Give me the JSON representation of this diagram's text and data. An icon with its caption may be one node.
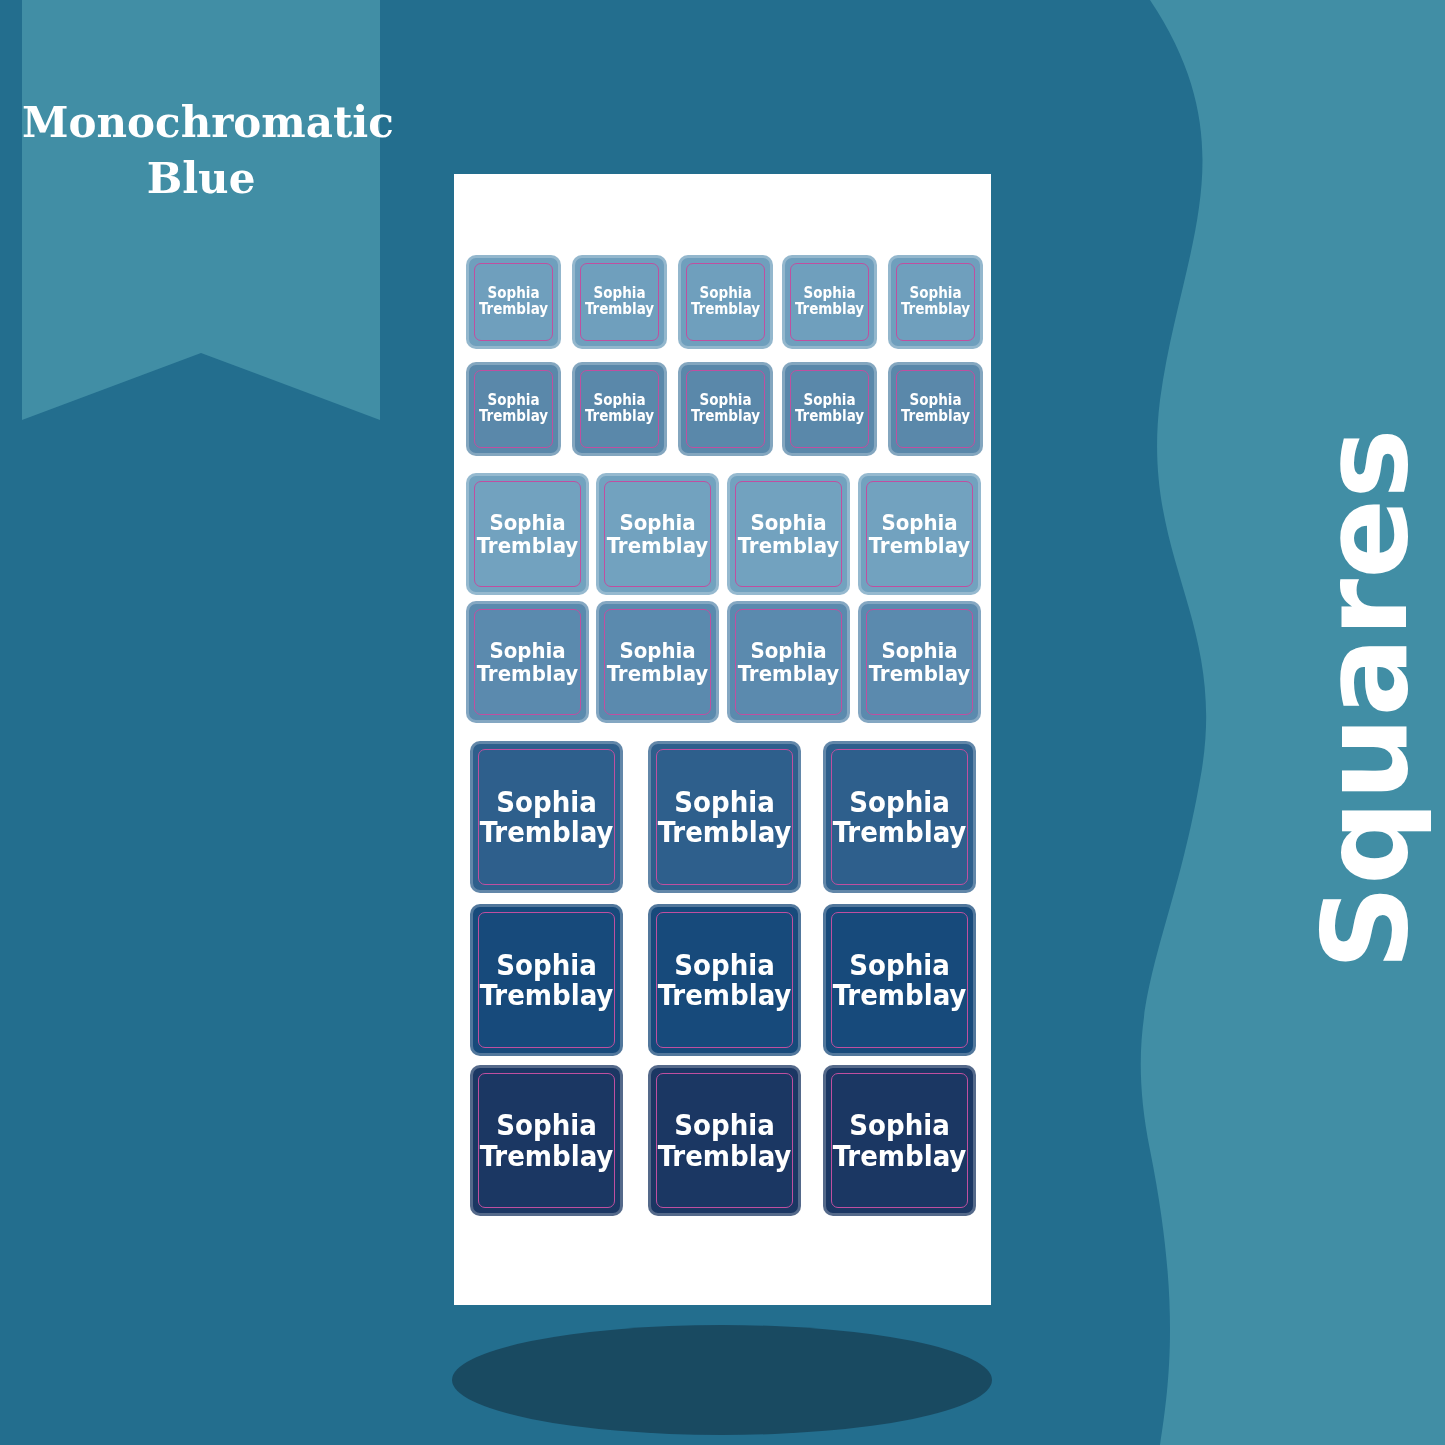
{
  "diagram": {
    "title": "Monochromatic Blue",
    "nodes": [
      {
        "text": [
          "Sophia Tremblay"
        ]
      },
      {
        "text": [
          "Sophia Tremblay"
        ]
      },
      {
        "text": [
          "Sophia Tremblay"
        ]
      },
      {
        "text": [
          "Sophia Tremblay"
        ]
      },
      {
        "text": [
          "Sophia Tremblay"
        ]
      },
      {
        "text": [
          "Sophia Tremblay"
        ]
      },
      {
        "text": [
          "Sophia Tremblay"
        ]
      },
      {
        "text": [
          "Sophia Tremblay"
        ]
      },
      {
        "text": [
          "Sophia Tremblay"
        ]
      },
      {
        "text": [
          "Sophia Tremblay"
        ]
      },
      {
        "text": [
          "Sophia Tremblay"
        ]
      },
      {
        "text": [
          "Sophia Tremblay"
        ]
      },
      {
        "text": [
          "Sophia Tremblay"
        ]
      },
      {
        "text": [
          "Sophia Tremblay"
        ]
      },
      {
        "text": [
          "Sophia Tremblay"
        ]
      },
      {
        "text": [
          "Sophia Tremblay"
        ]
      },
      {
        "text": [
          "Sophia Tremblay"
        ]
      },
      {
        "text": [
          "Sophia Tremblay"
        ]
      },
      {
        "text": [
          "Sophia Tremblay"
        ]
      },
      {
        "text": [
          "Sophia Tremblay"
        ]
      },
      {
        "text": [
          "Sophia Tremblay"
        ]
      },
      {
        "text": [
          "Sophia Tremblay"
        ]
      },
      {
        "text": [
          "Sophia Tremblay"
        ]
      },
      {
        "text": [
          "Sophia Tremblay"
        ]
      },
      {
        "text": [
          "Sophia Tremblay"
        ]
      },
      {
        "text": [
          "Sophia Tremblay"
        ]
      },
      {
        "text": [
          "Sophia Tremblay"
        ]
      }
    ],
    "labels": [
      "Squares"
    ]
  }
}
